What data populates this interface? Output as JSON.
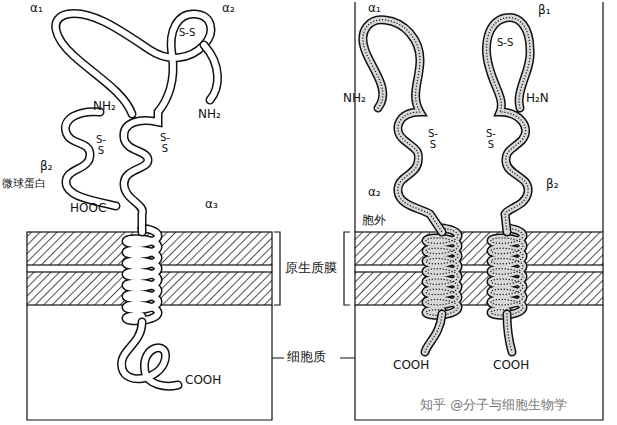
{
  "diagram": {
    "labels": [
      "α₁",
      "α₂",
      "S-S",
      "NH₂",
      "NH₂",
      "β₂",
      "微球蛋白",
      "S-S",
      "S-S",
      "α₃",
      "HOOC",
      "原生质膜",
      "细胞质",
      "COOH",
      "胞外",
      "α₁",
      "β₁",
      "S-S",
      "NH₂",
      "H₂N",
      "α₂",
      "β₂",
      "S-S",
      "S-S",
      "COOH",
      "COOH",
      "知乎 @分子与细胞生物学"
    ]
  }
}
